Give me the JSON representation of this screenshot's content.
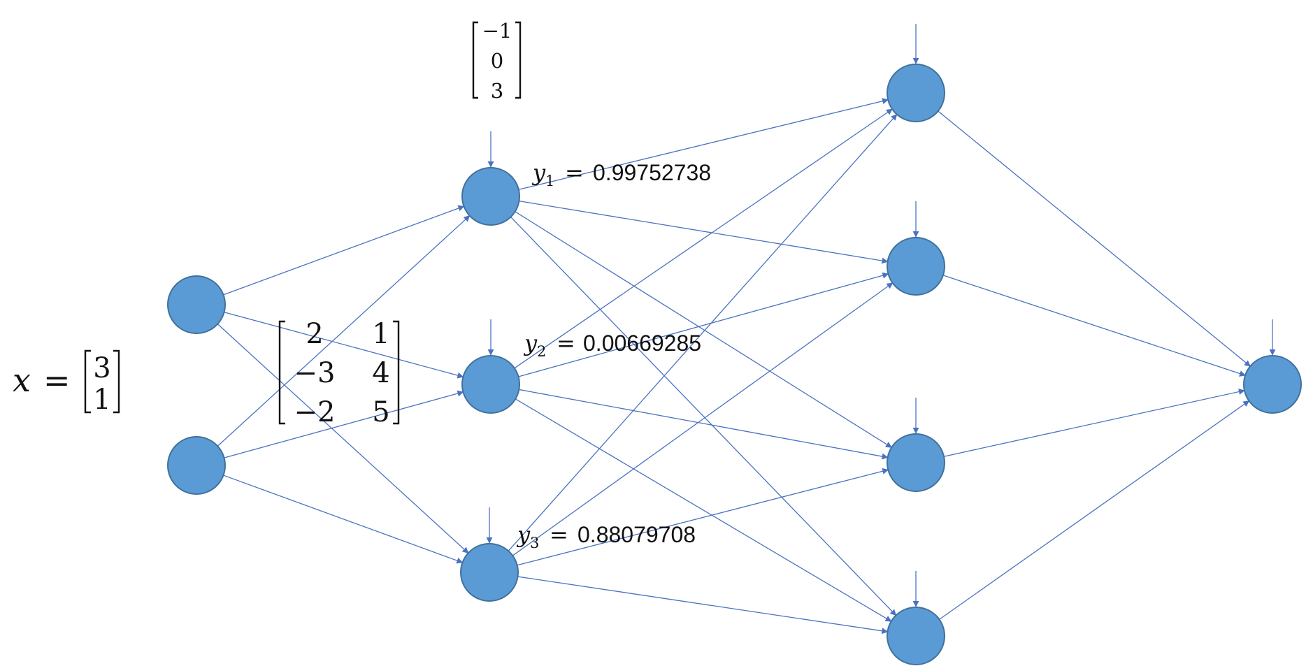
{
  "input": {
    "var": "x",
    "eq": "=",
    "values": [
      "3",
      "1"
    ]
  },
  "weights": {
    "rows": [
      [
        "2",
        "1"
      ],
      [
        "−3",
        "4"
      ],
      [
        "−2",
        "5"
      ]
    ]
  },
  "bias": {
    "values": [
      "−1",
      "0",
      "3"
    ]
  },
  "outputs": [
    {
      "var": "y",
      "sub": "1",
      "eq": "=",
      "value": "0.99752738"
    },
    {
      "var": "y",
      "sub": "2",
      "eq": "=",
      "value": "0.00669285"
    },
    {
      "var": "y",
      "sub": "3",
      "eq": "=",
      "value": "0.88079708"
    }
  ],
  "colors": {
    "node_fill": "#5b9bd5",
    "node_stroke": "#41719c",
    "edge": "#4a72c0"
  }
}
